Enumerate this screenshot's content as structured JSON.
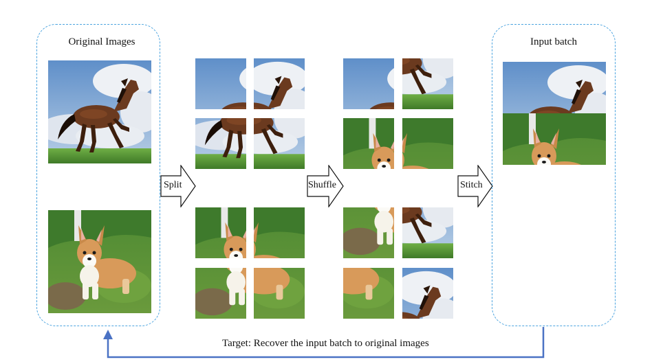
{
  "boxes": {
    "original_title": "Original Images",
    "input_title": "Input batch"
  },
  "steps": {
    "split": "Split",
    "shuffle": "Shuffle",
    "stitch": "Stitch"
  },
  "target_caption": "Target: Recover the input batch to original images",
  "colors": {
    "dashed_border": "#4aa3df",
    "feedback_arrow": "#4a72c4",
    "sky": "#7fa9d6",
    "cloud": "#e9edf3",
    "grass": "#5f9a3c",
    "horse": "#6b3a1f",
    "corgi": "#d89a5a"
  },
  "images": [
    "horse-image",
    "corgi-image"
  ]
}
